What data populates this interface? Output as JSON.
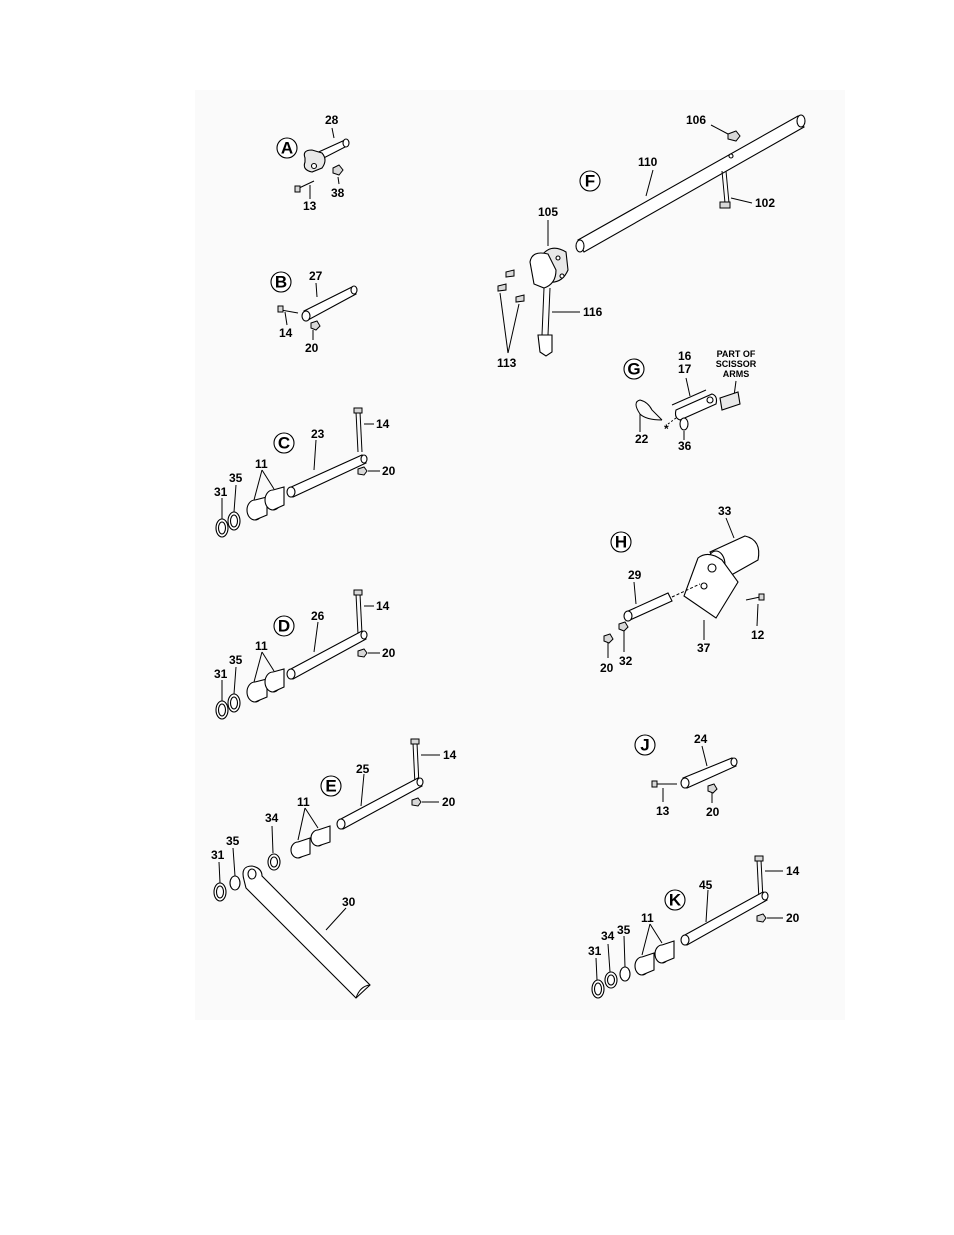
{
  "callouts": {
    "A": "A",
    "B": "B",
    "C": "C",
    "D": "D",
    "E": "E",
    "F": "F",
    "G": "G",
    "H": "H",
    "J": "J",
    "K": "K"
  },
  "labels": {
    "a28": "28",
    "a13": "13",
    "a38": "38",
    "b27": "27",
    "b14": "14",
    "b20": "20",
    "c14": "14",
    "c23": "23",
    "c11": "11",
    "c35": "35",
    "c31": "31",
    "c20": "20",
    "d14": "14",
    "d26": "26",
    "d11": "11",
    "d35": "35",
    "d31": "31",
    "d20": "20",
    "e14": "14",
    "e25": "25",
    "e11": "11",
    "e34": "34",
    "e35": "35",
    "e31": "31",
    "e20": "20",
    "e30": "30",
    "f106": "106",
    "f110": "110",
    "f105": "105",
    "f102": "102",
    "f116": "116",
    "f113": "113",
    "g16": "16",
    "g17": "17",
    "g22": "22",
    "g36": "36",
    "h33": "33",
    "h29": "29",
    "h12": "12",
    "h37": "37",
    "h20": "20",
    "h32": "32",
    "j24": "24",
    "j13": "13",
    "j20": "20",
    "k14": "14",
    "k45": "45",
    "k20": "20",
    "k11": "11",
    "k34": "34",
    "k35": "35",
    "k31": "31"
  },
  "notes": {
    "scissor_line1": "PART OF",
    "scissor_line2": "SCISSOR",
    "scissor_line3": "ARMS",
    "asterisk": "*"
  }
}
